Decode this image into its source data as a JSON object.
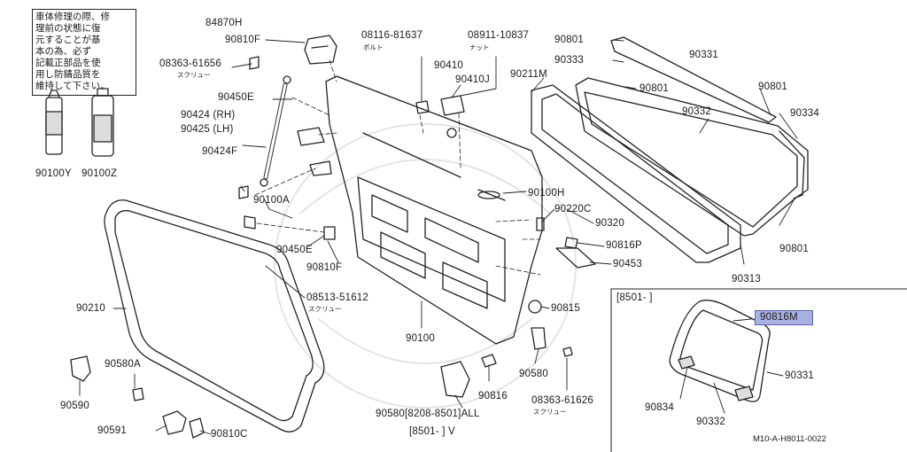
{
  "note": {
    "lines": [
      "車体修理の際、修",
      "理前の状態に復",
      "元することが基",
      "本の為、必ず",
      "記載正部品を使",
      "用し防錆品質を",
      "維持して下さい。"
    ]
  },
  "products": {
    "tube": "90100Y",
    "can": "90100Z"
  },
  "parts": {
    "p84870H": "84870H",
    "p90810F_top": "90810F",
    "p08363_61656": "08363-61656",
    "p08363_61656_sub": "スクリュー",
    "p90450E_top": "90450E",
    "p90424": "90424 (RH)",
    "p90425": "90425 (LH)",
    "p90424F": "90424F",
    "p90100A": "90100A",
    "p90450E_bot": "90450E",
    "p90810F_bot": "90810F",
    "p90210": "90210",
    "p08513_51612": "08513-51612",
    "p08513_51612_sub": "スクリュー",
    "p90580A": "90580A",
    "p90590": "90590",
    "p90591": "90591",
    "p90810C": "90810C",
    "p08116_81637": "08116-81637",
    "p08116_81637_sub": "ボルト",
    "p08911_10837": "08911-10837",
    "p08911_10837_sub": "ナット",
    "p90410": "90410",
    "p90410J": "90410J",
    "p90211M": "90211M",
    "p90100H": "90100H",
    "p90220C": "90220C",
    "p90816P": "90816P",
    "p90320": "90320",
    "p90453": "90453",
    "p90815": "90815",
    "p90100": "90100",
    "p90580": "90580",
    "p90816": "90816",
    "p08363_61626": "08363-61626",
    "p08363_61626_sub": "スクリュー",
    "p90580_range1": "90580[8208-8501]ALL",
    "p90580_range2": "[8501-     ]  V",
    "p90801_a": "90801",
    "p90333": "90333",
    "p90331": "90331",
    "p90801_b": "90801",
    "p90801_c": "90801",
    "p90332": "90332",
    "p90334": "90334",
    "p90801_d": "90801",
    "p90313": "90313"
  },
  "inset": {
    "range": "[8501-     ]",
    "p90816M": "90816M",
    "p90331": "90331",
    "p90834": "90834",
    "p90332": "90332"
  },
  "diagram_code": "M10-A-H8011-0022"
}
